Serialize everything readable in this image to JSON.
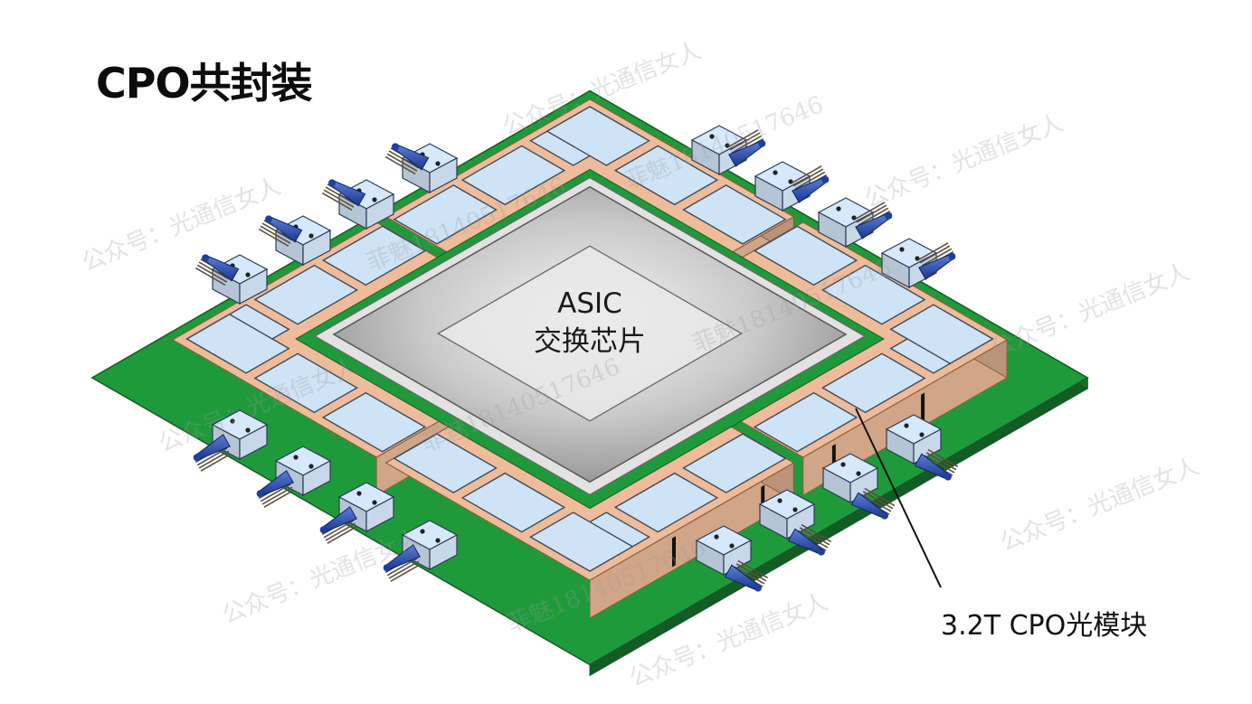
{
  "title": "CPO共封装",
  "chip": {
    "line1": "ASIC",
    "line2": "交换芯片"
  },
  "callout": {
    "label": "3.2T CPO光模块"
  },
  "watermark": {
    "account": "公众号：光通信女人",
    "contact": "菲魅18140517646"
  },
  "colors": {
    "pcb": "#1f9a3b",
    "substrate": "#eebc9a",
    "optical_engine": "#cfe3f6",
    "connector_block": "#d6e8fb",
    "fiber_boot": "#1e3f9e"
  }
}
